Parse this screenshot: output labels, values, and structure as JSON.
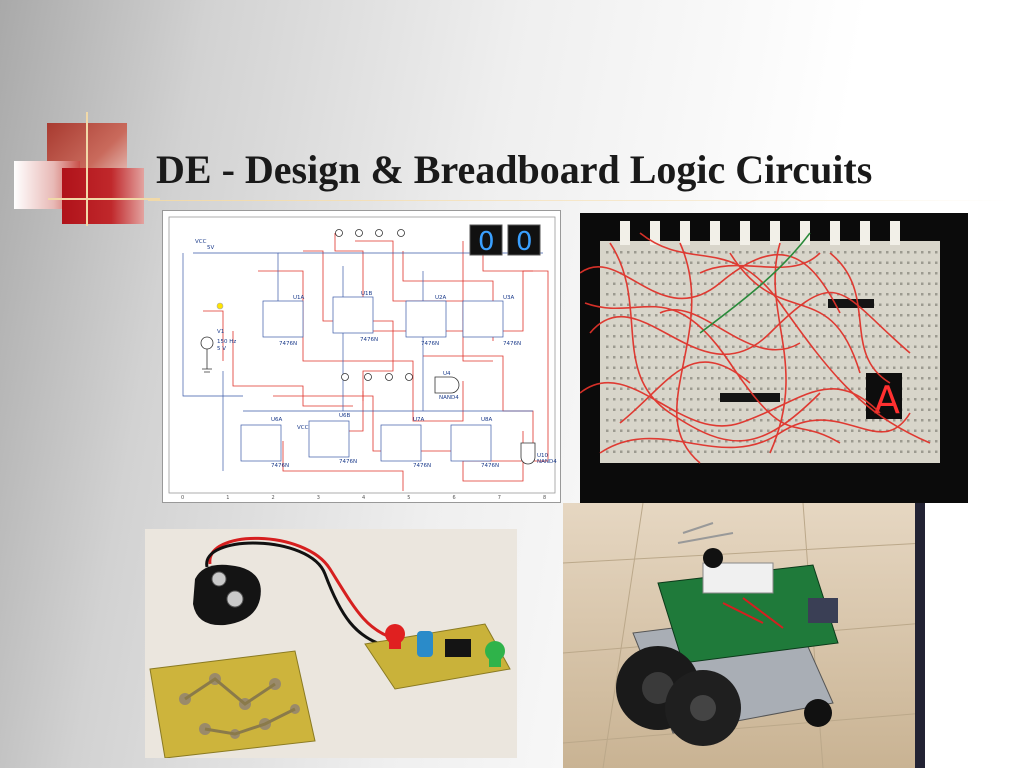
{
  "slide": {
    "title": "DE - Design & Breadboard Logic Circuits"
  },
  "schematic": {
    "chips": [
      {
        "id": "U1A",
        "part": "7476N"
      },
      {
        "id": "U1B",
        "part": "7476N"
      },
      {
        "id": "U2A",
        "part": "7476N"
      },
      {
        "id": "U3A",
        "part": "7476N"
      },
      {
        "id": "U6A",
        "part": "7476N"
      },
      {
        "id": "U6B",
        "part": "7476N"
      },
      {
        "id": "U7A",
        "part": "7476N"
      },
      {
        "id": "U8A",
        "part": "7476N"
      }
    ],
    "gates": [
      "U4",
      "NAND4",
      "U10",
      "NAND4"
    ],
    "source": {
      "name": "V1",
      "freq": "150 Hz",
      "volt": "5 V"
    },
    "supply": {
      "vcc": "VCC",
      "volt": "5V"
    },
    "vcc2": "VCC",
    "display_digits": [
      "0",
      "0"
    ],
    "border_numbers": [
      "0",
      "1",
      "2",
      "3",
      "4",
      "5",
      "6",
      "7",
      "8"
    ]
  },
  "breadboard": {
    "display_char": "A"
  },
  "colors": {
    "title": "#1a1a1a",
    "deco_red": "#b0121a",
    "wire_red": "#e0322a",
    "pcb_green": "#1f7a3a",
    "pcb_yellow": "#c9b23a",
    "seg_blue": "#3aa0ff",
    "seg_red": "#ff3030"
  }
}
